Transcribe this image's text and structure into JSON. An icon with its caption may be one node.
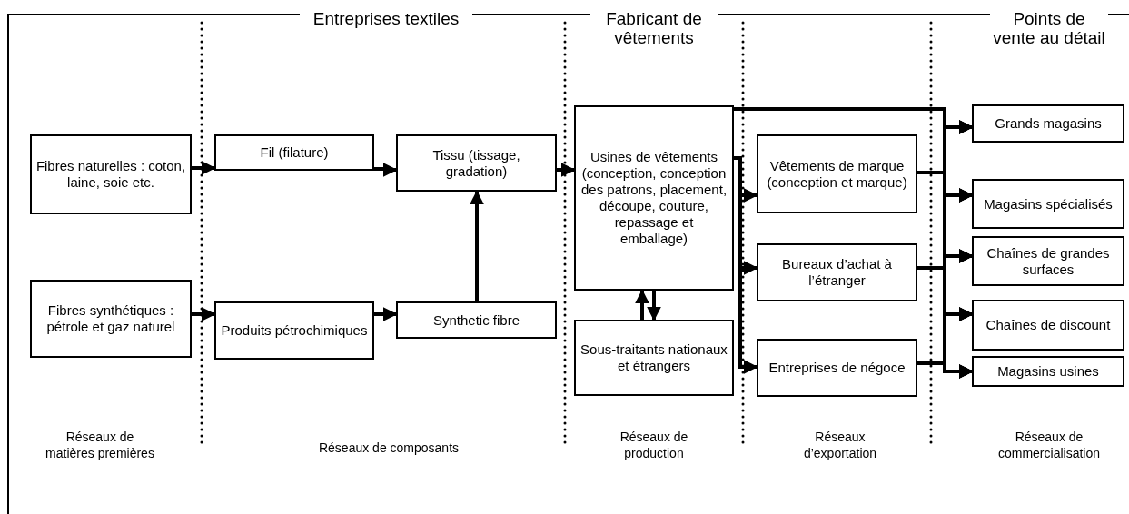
{
  "diagram": {
    "nodes": [
      {
        "text": [
          "Fibres naturelles : coton, laine, soie etc."
        ]
      },
      {
        "text": [
          "Fil (filature)"
        ]
      },
      {
        "text": [
          "Tissu (tissage, gradation)"
        ]
      },
      {
        "text": [
          "Fibres synthétiques : pétrole et gaz naturel"
        ]
      },
      {
        "text": [
          "Produits pétrochimiques"
        ]
      },
      {
        "text": [
          "Synthetic fibre"
        ]
      },
      {
        "text": [
          "Usines de vêtements (conception, conception des patrons, placement, découpe, couture, repassage et emballage)"
        ]
      },
      {
        "text": [
          "Sous-traitants nationaux et étrangers"
        ]
      },
      {
        "text": [
          "Vêtements de marque (conception et marque)"
        ]
      },
      {
        "text": [
          "Bureaux d’achat à l’étranger"
        ]
      },
      {
        "text": [
          "Entreprises de négoce"
        ]
      },
      {
        "text": [
          "Grands magasins"
        ]
      },
      {
        "text": [
          "Magasins spécialisés"
        ]
      },
      {
        "text": [
          "Chaînes de grandes surfaces"
        ]
      },
      {
        "text": [
          "Chaînes de discount"
        ]
      },
      {
        "text": [
          "Magasins usines"
        ]
      }
    ],
    "edges": [
      {
        "from": 0,
        "to": 1,
        "arrow": "to"
      },
      {
        "from": 1,
        "to": 2,
        "arrow": "to"
      },
      {
        "from": 3,
        "to": 4,
        "arrow": "to"
      },
      {
        "from": 4,
        "to": 5,
        "arrow": "to"
      },
      {
        "from": 5,
        "to": 2,
        "arrow": "to"
      },
      {
        "from": 2,
        "to": 6,
        "arrow": "to"
      },
      {
        "from": 6,
        "to": 8,
        "arrow": "to"
      },
      {
        "from": 6,
        "to": 9,
        "arrow": "to"
      },
      {
        "from": 6,
        "to": 10,
        "arrow": "to"
      },
      {
        "from": 7,
        "to": 6,
        "arrow": "to"
      },
      {
        "from": 6,
        "to": 7,
        "arrow": "to"
      },
      {
        "from": 6,
        "to": 11,
        "arrow": "to"
      },
      {
        "from": 6,
        "to": 12,
        "arrow": "to"
      },
      {
        "from": 6,
        "to": 13,
        "arrow": "to"
      },
      {
        "from": 6,
        "to": 14,
        "arrow": "to"
      },
      {
        "from": 6,
        "to": 15,
        "arrow": "to"
      },
      {
        "from": 8,
        "to": 11,
        "arrow": "to"
      },
      {
        "from": 8,
        "to": 12,
        "arrow": "to"
      },
      {
        "from": 8,
        "to": 13,
        "arrow": "to"
      },
      {
        "from": 8,
        "to": 14,
        "arrow": "to"
      },
      {
        "from": 8,
        "to": 15,
        "arrow": "to"
      },
      {
        "from": 9,
        "to": 11,
        "arrow": "to"
      },
      {
        "from": 9,
        "to": 12,
        "arrow": "to"
      },
      {
        "from": 9,
        "to": 13,
        "arrow": "to"
      },
      {
        "from": 9,
        "to": 14,
        "arrow": "to"
      },
      {
        "from": 9,
        "to": 15,
        "arrow": "to"
      },
      {
        "from": 10,
        "to": 11,
        "arrow": "to"
      },
      {
        "from": 10,
        "to": 12,
        "arrow": "to"
      },
      {
        "from": 10,
        "to": 13,
        "arrow": "to"
      },
      {
        "from": 10,
        "to": 14,
        "arrow": "to"
      },
      {
        "from": 10,
        "to": 15,
        "arrow": "to"
      }
    ],
    "labels": [
      "Entreprises textiles",
      "Fabricant de vêtements",
      "Points de vente au détail",
      "Réseaux de matières premières",
      "Réseaux de composants",
      "Réseaux de production",
      "Réseaux d’exportation",
      "Réseaux de commercialisation"
    ]
  }
}
